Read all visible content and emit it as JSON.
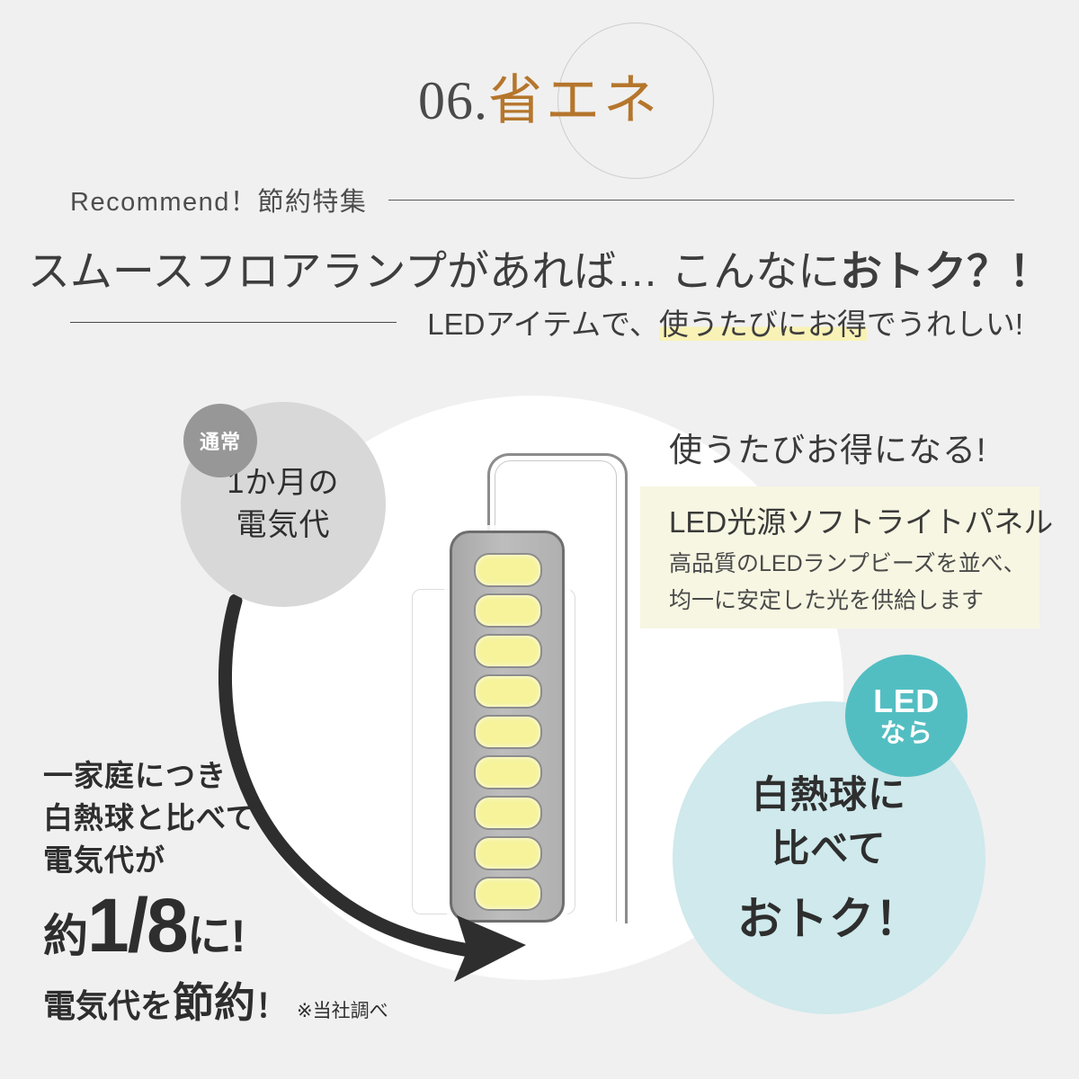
{
  "header": {
    "number": "06.",
    "title_jp": "省エネ",
    "recommend_label": "Recommend！節約特集",
    "headline_lead": "スムースフロアランプがあれば…",
    "headline_mid": "こんなに",
    "headline_strong": "おトク？！",
    "sub_text_before": "LEDアイテムで、",
    "sub_text_highlight": "使うたびにお得",
    "sub_text_after": "でうれしい!"
  },
  "cost_circle": {
    "badge": "通常",
    "line1": "1か月の",
    "line2": "電気代"
  },
  "saving": {
    "line1": "一家庭につき",
    "line2": "白熱球と比べて",
    "line3": "電気代が",
    "big_prefix": "約",
    "big_fraction": "1/8",
    "big_suffix": "に!",
    "last_prefix": "電気代を",
    "last_emphasis": "節約",
    "last_mark": "！",
    "note": "※当社調べ"
  },
  "panel_info": {
    "heading": "使うたびお得になる!",
    "title": "LED光源ソフトライトパネル",
    "desc_line1": "高品質のLEDランプビーズを並べ、",
    "desc_line2": "均一に安定した光を供給します"
  },
  "led_circle": {
    "badge_line1": "LED",
    "badge_line2": "なら",
    "line1": "白熱球に",
    "line2": "比べて",
    "line3": "おトク！"
  },
  "product": {
    "bead_count": 9
  },
  "colors": {
    "background": "#f0f0f0",
    "accent_brown": "#b5762c",
    "teal_badge": "#53bec2",
    "teal_circle": "#cfe9ec",
    "gray_circle": "#d8d8d8",
    "normal_badge": "#979797",
    "yellow_box": "#f7f6e2",
    "highlight_yellow": "#f9f2b6",
    "led_bead": "#f6f39a",
    "text_dark": "#2e2e2e"
  }
}
